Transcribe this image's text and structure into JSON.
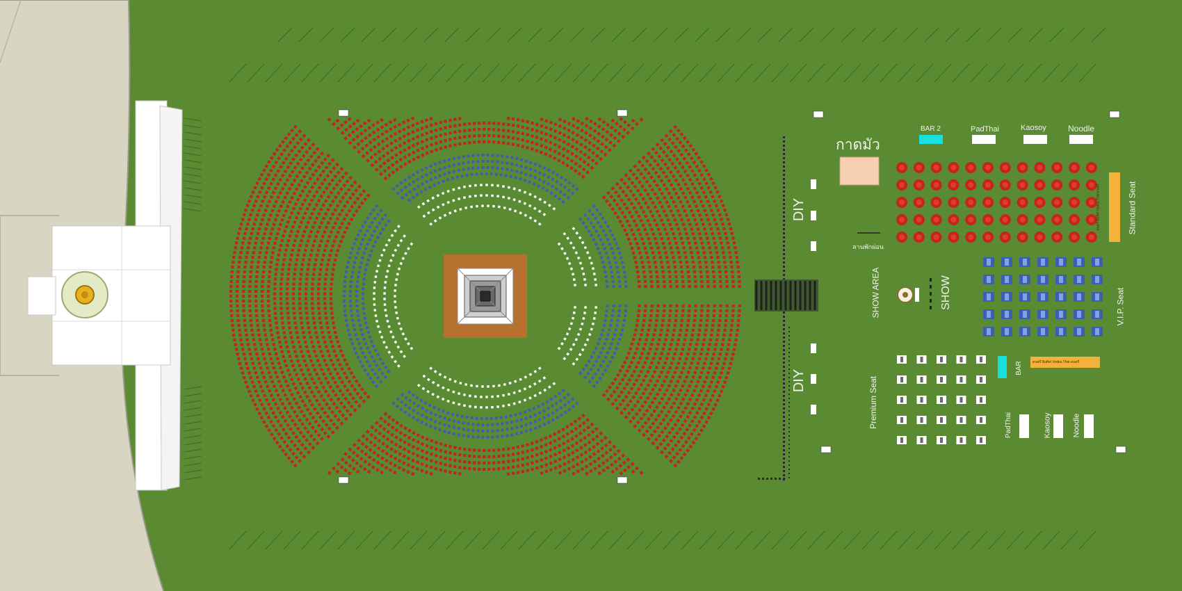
{
  "map": {
    "labels": {
      "kadmua": "กาดมัว",
      "diy_top": "DIY",
      "diy_bottom": "DIY",
      "show_area": "SHOW AREA",
      "show": "SHOW",
      "small_thai": "ลานพักผ่อน",
      "standard_seat": "Standard Seat",
      "vip_seat": "V.I.P. Seat",
      "premium_seat": "Premium Seat",
      "bar": "BAR",
      "bar2": "BAR 2",
      "padthai_top": "PadThai",
      "kaosoy_top": "Kaosoy",
      "noodle_top": "Noodle",
      "padthai_bottom": "PadThai",
      "kaosoy_bottom": "Kaosoy",
      "noodle_bottom": "Noodle",
      "buffet_bar_top": "ดนตรี Buffet Vodka Thai ดนตรี",
      "buffet_bar_right": "ดนตรี Buffet Vodka Thai ดนตรี"
    },
    "colors": {
      "grass": "#5a8a32",
      "pavement": "#d8d5c3",
      "red_seat": "#c0261c",
      "blue_seat": "#3d5fb0",
      "white_seat": "#ffffff",
      "stage_base": "#b7712f",
      "kadmua_box": "#f6cfb3",
      "bar_cyan": "#19e0de",
      "buffet_orange": "#f4b23b"
    }
  }
}
